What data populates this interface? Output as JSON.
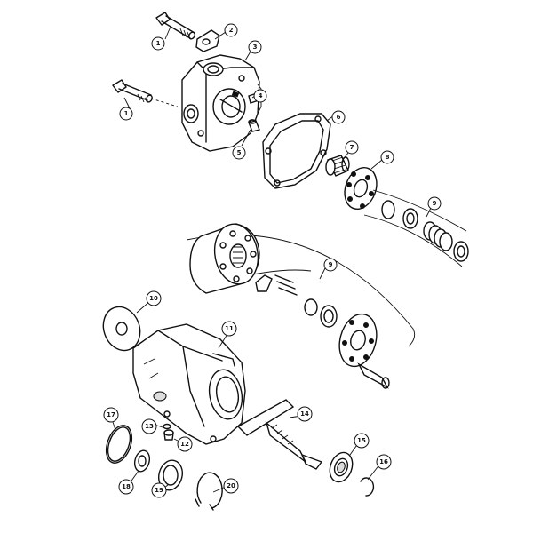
{
  "callouts": [
    {
      "id": "c1a",
      "label": "1"
    },
    {
      "id": "c2",
      "label": "2"
    },
    {
      "id": "c3",
      "label": "3"
    },
    {
      "id": "c1b",
      "label": "1"
    },
    {
      "id": "c4",
      "label": "4"
    },
    {
      "id": "c5",
      "label": "5"
    },
    {
      "id": "c6",
      "label": "6"
    },
    {
      "id": "c7",
      "label": "7"
    },
    {
      "id": "c8",
      "label": "8"
    },
    {
      "id": "c9a",
      "label": "9"
    },
    {
      "id": "c9b",
      "label": "9"
    },
    {
      "id": "c10",
      "label": "10"
    },
    {
      "id": "c11",
      "label": "11"
    },
    {
      "id": "c12",
      "label": "12"
    },
    {
      "id": "c13",
      "label": "13"
    },
    {
      "id": "c14",
      "label": "14"
    },
    {
      "id": "c15",
      "label": "15"
    },
    {
      "id": "c16",
      "label": "16"
    },
    {
      "id": "c17",
      "label": "17"
    },
    {
      "id": "c18",
      "label": "18"
    },
    {
      "id": "c19",
      "label": "19"
    },
    {
      "id": "c20",
      "label": "20"
    }
  ]
}
